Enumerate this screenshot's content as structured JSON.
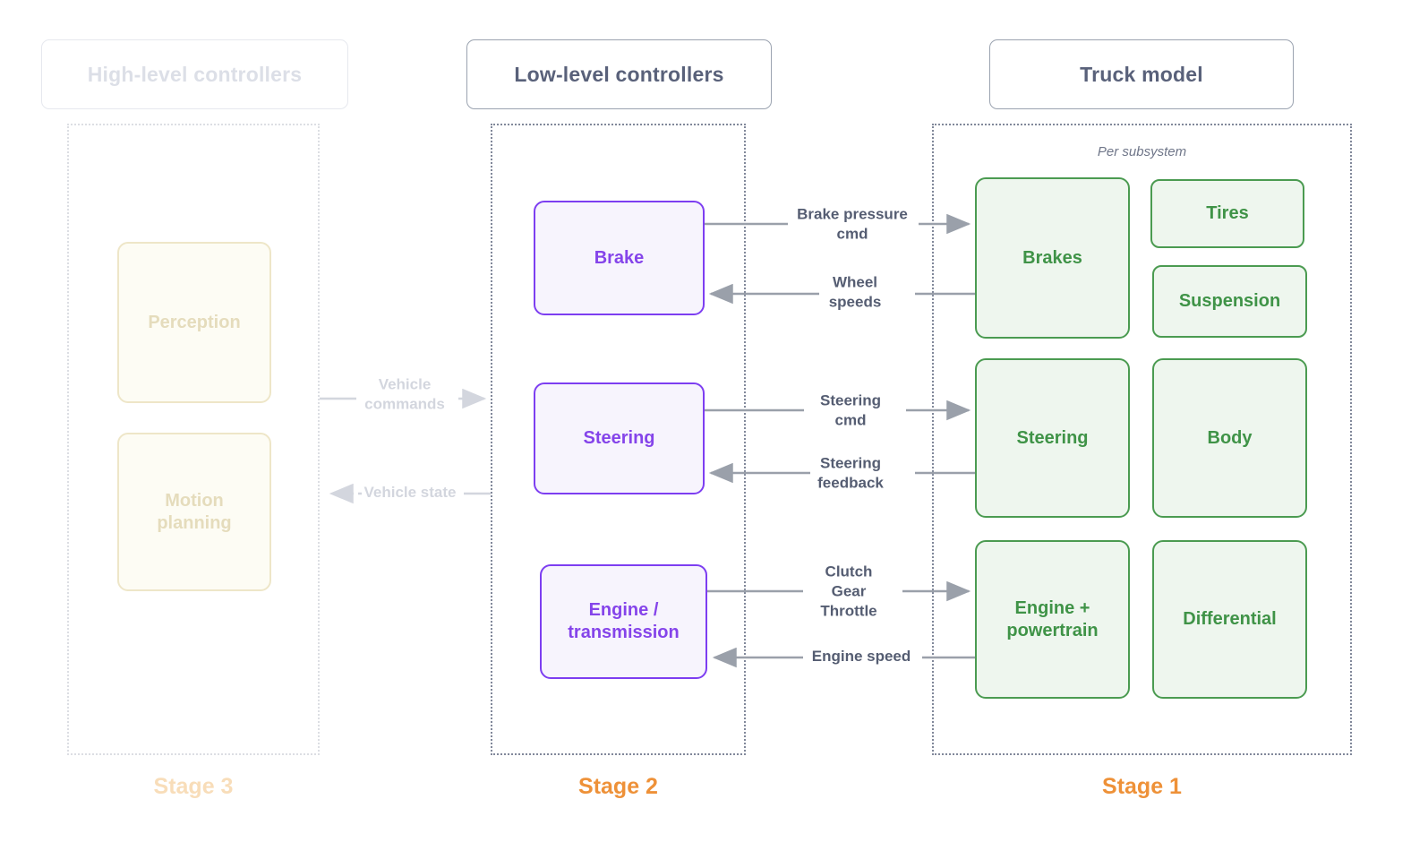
{
  "header": {
    "high_level_title": "High-level controllers",
    "low_level_title": "Low-level controllers",
    "truck_model_title": "Truck model"
  },
  "stage3": {
    "label": "Stage 3",
    "perception": "Perception",
    "motion_planning": "Motion\nplanning"
  },
  "stage2": {
    "label": "Stage 2",
    "brake": "Brake",
    "steering": "Steering",
    "engine_transmission": "Engine /\ntransmission"
  },
  "stage1": {
    "label": "Stage 1",
    "note": "Per subsystem",
    "brakes": "Brakes",
    "tires": "Tires",
    "suspension": "Suspension",
    "steering": "Steering",
    "body": "Body",
    "engine_powertrain": "Engine +\npowertrain",
    "differential": "Differential"
  },
  "signals": {
    "vehicle_commands": "Vehicle\ncommands",
    "vehicle_state": "Vehicle state",
    "brake_pressure_cmd": "Brake pressure\ncmd",
    "wheel_speeds": "Wheel\nspeeds",
    "steering_cmd": "Steering\ncmd",
    "steering_feedback": "Steering\nfeedback",
    "clutch_gear_throttle": "Clutch\nGear\nThrottle",
    "engine_speed": "Engine speed"
  },
  "colors": {
    "purple_border": "#7d3ef1",
    "purple_text": "#8544ea",
    "purple_fill": "#f7f4fd",
    "green_border": "#4b9b51",
    "green_text": "#3f9347",
    "green_fill": "#eef6ee",
    "cream_border": "#eee6c8",
    "cream_text": "#e5dcbc",
    "orange_stage": "#ee9138",
    "orange_faded": "#f8ddb9",
    "arrow_gray": "#9aa0aa",
    "arrow_faded": "#d3d6de",
    "slate_text": "#59617a"
  }
}
